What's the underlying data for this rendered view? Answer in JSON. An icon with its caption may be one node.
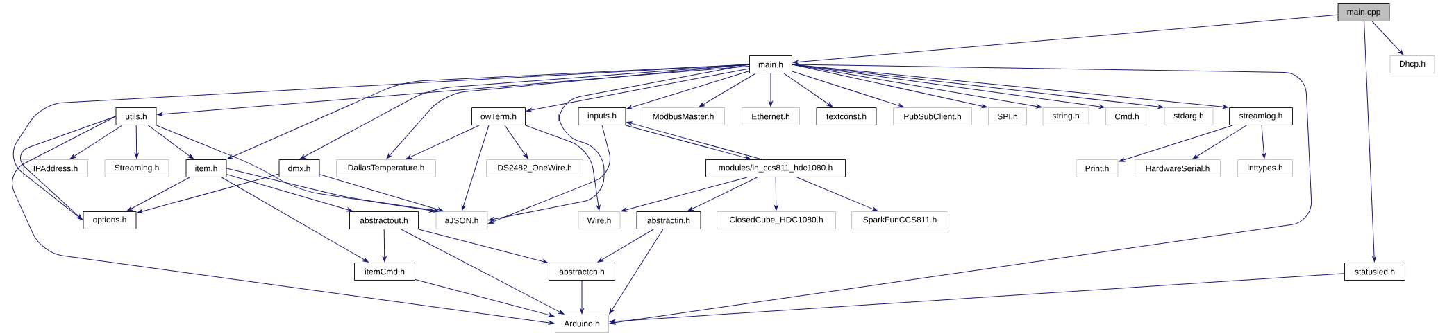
{
  "diagram": {
    "nodes": [
      {
        "text": [
          "main.cpp"
        ]
      },
      {
        "text": [
          "main.h"
        ]
      },
      {
        "text": [
          "Dhcp.h"
        ]
      },
      {
        "text": [
          "utils.h"
        ]
      },
      {
        "text": [
          "owTerm.h"
        ]
      },
      {
        "text": [
          "inputs.h"
        ]
      },
      {
        "text": [
          "ModbusMaster.h"
        ]
      },
      {
        "text": [
          "Ethernet.h"
        ]
      },
      {
        "text": [
          "textconst.h"
        ]
      },
      {
        "text": [
          "PubSubClient.h"
        ]
      },
      {
        "text": [
          "SPI.h"
        ]
      },
      {
        "text": [
          "string.h"
        ]
      },
      {
        "text": [
          "Cmd.h"
        ]
      },
      {
        "text": [
          "stdarg.h"
        ]
      },
      {
        "text": [
          "streamlog.h"
        ]
      },
      {
        "text": [
          "IPAddress.h"
        ]
      },
      {
        "text": [
          "Streaming.h"
        ]
      },
      {
        "text": [
          "item.h"
        ]
      },
      {
        "text": [
          "dmx.h"
        ]
      },
      {
        "text": [
          "DallasTemperature.h"
        ]
      },
      {
        "text": [
          "DS2482_OneWire.h"
        ]
      },
      {
        "text": [
          "modules/in_ccs811_hdc1080.h"
        ]
      },
      {
        "text": [
          "Print.h"
        ]
      },
      {
        "text": [
          "HardwareSerial.h"
        ]
      },
      {
        "text": [
          "inttypes.h"
        ]
      },
      {
        "text": [
          "options.h"
        ]
      },
      {
        "text": [
          "abstractout.h"
        ]
      },
      {
        "text": [
          "aJSON.h"
        ]
      },
      {
        "text": [
          "Wire.h"
        ]
      },
      {
        "text": [
          "abstractin.h"
        ]
      },
      {
        "text": [
          "ClosedCube_HDC1080.h"
        ]
      },
      {
        "text": [
          "SparkFunCCS811.h"
        ]
      },
      {
        "text": [
          "itemCmd.h"
        ]
      },
      {
        "text": [
          "abstractch.h"
        ]
      },
      {
        "text": [
          "statusled.h"
        ]
      },
      {
        "text": [
          "Arduino.h"
        ]
      }
    ],
    "edges": [
      {
        "from": 0,
        "to": 1,
        "arrow": "to"
      },
      {
        "from": 0,
        "to": 2,
        "arrow": "to"
      },
      {
        "from": 0,
        "to": 34,
        "arrow": "to"
      },
      {
        "from": 1,
        "to": 3,
        "arrow": "to"
      },
      {
        "from": 1,
        "to": 4,
        "arrow": "to"
      },
      {
        "from": 1,
        "to": 5,
        "arrow": "to"
      },
      {
        "from": 1,
        "to": 6,
        "arrow": "to"
      },
      {
        "from": 1,
        "to": 7,
        "arrow": "to"
      },
      {
        "from": 1,
        "to": 8,
        "arrow": "to"
      },
      {
        "from": 1,
        "to": 9,
        "arrow": "to"
      },
      {
        "from": 1,
        "to": 10,
        "arrow": "to"
      },
      {
        "from": 1,
        "to": 11,
        "arrow": "to"
      },
      {
        "from": 1,
        "to": 12,
        "arrow": "to"
      },
      {
        "from": 1,
        "to": 13,
        "arrow": "to"
      },
      {
        "from": 1,
        "to": 14,
        "arrow": "to"
      },
      {
        "from": 1,
        "to": 17,
        "arrow": "to"
      },
      {
        "from": 1,
        "to": 18,
        "arrow": "to"
      },
      {
        "from": 1,
        "to": 19,
        "arrow": "to"
      },
      {
        "from": 1,
        "to": 27,
        "arrow": "to"
      },
      {
        "from": 1,
        "to": 25,
        "arrow": "to"
      },
      {
        "from": 1,
        "to": 35,
        "arrow": "to"
      },
      {
        "from": 3,
        "to": 15,
        "arrow": "to"
      },
      {
        "from": 3,
        "to": 16,
        "arrow": "to"
      },
      {
        "from": 3,
        "to": 17,
        "arrow": "to"
      },
      {
        "from": 3,
        "to": 27,
        "arrow": "to"
      },
      {
        "from": 3,
        "to": 25,
        "arrow": "to"
      },
      {
        "from": 3,
        "to": 35,
        "arrow": "to"
      },
      {
        "from": 17,
        "to": 25,
        "arrow": "to"
      },
      {
        "from": 17,
        "to": 26,
        "arrow": "to"
      },
      {
        "from": 17,
        "to": 27,
        "arrow": "to"
      },
      {
        "from": 17,
        "to": 32,
        "arrow": "to"
      },
      {
        "from": 18,
        "to": 25,
        "arrow": "to"
      },
      {
        "from": 18,
        "to": 27,
        "arrow": "to"
      },
      {
        "from": 4,
        "to": 19,
        "arrow": "to"
      },
      {
        "from": 4,
        "to": 20,
        "arrow": "to"
      },
      {
        "from": 4,
        "to": 27,
        "arrow": "to"
      },
      {
        "from": 4,
        "to": 28,
        "arrow": "to"
      },
      {
        "from": 5,
        "to": 27,
        "arrow": "to"
      },
      {
        "from": 5,
        "to": 21,
        "arrow": "to"
      },
      {
        "from": 21,
        "to": 5,
        "arrow": "to"
      },
      {
        "from": 21,
        "to": 28,
        "arrow": "to"
      },
      {
        "from": 21,
        "to": 29,
        "arrow": "to"
      },
      {
        "from": 21,
        "to": 30,
        "arrow": "to"
      },
      {
        "from": 21,
        "to": 31,
        "arrow": "to"
      },
      {
        "from": 29,
        "to": 33,
        "arrow": "to"
      },
      {
        "from": 29,
        "to": 35,
        "arrow": "to"
      },
      {
        "from": 26,
        "to": 32,
        "arrow": "to"
      },
      {
        "from": 26,
        "to": 33,
        "arrow": "to"
      },
      {
        "from": 26,
        "to": 35,
        "arrow": "to"
      },
      {
        "from": 32,
        "to": 35,
        "arrow": "to"
      },
      {
        "from": 33,
        "to": 35,
        "arrow": "to"
      },
      {
        "from": 34,
        "to": 35,
        "arrow": "to"
      },
      {
        "from": 14,
        "to": 22,
        "arrow": "to"
      },
      {
        "from": 14,
        "to": 23,
        "arrow": "to"
      },
      {
        "from": 14,
        "to": 24,
        "arrow": "to"
      }
    ]
  }
}
